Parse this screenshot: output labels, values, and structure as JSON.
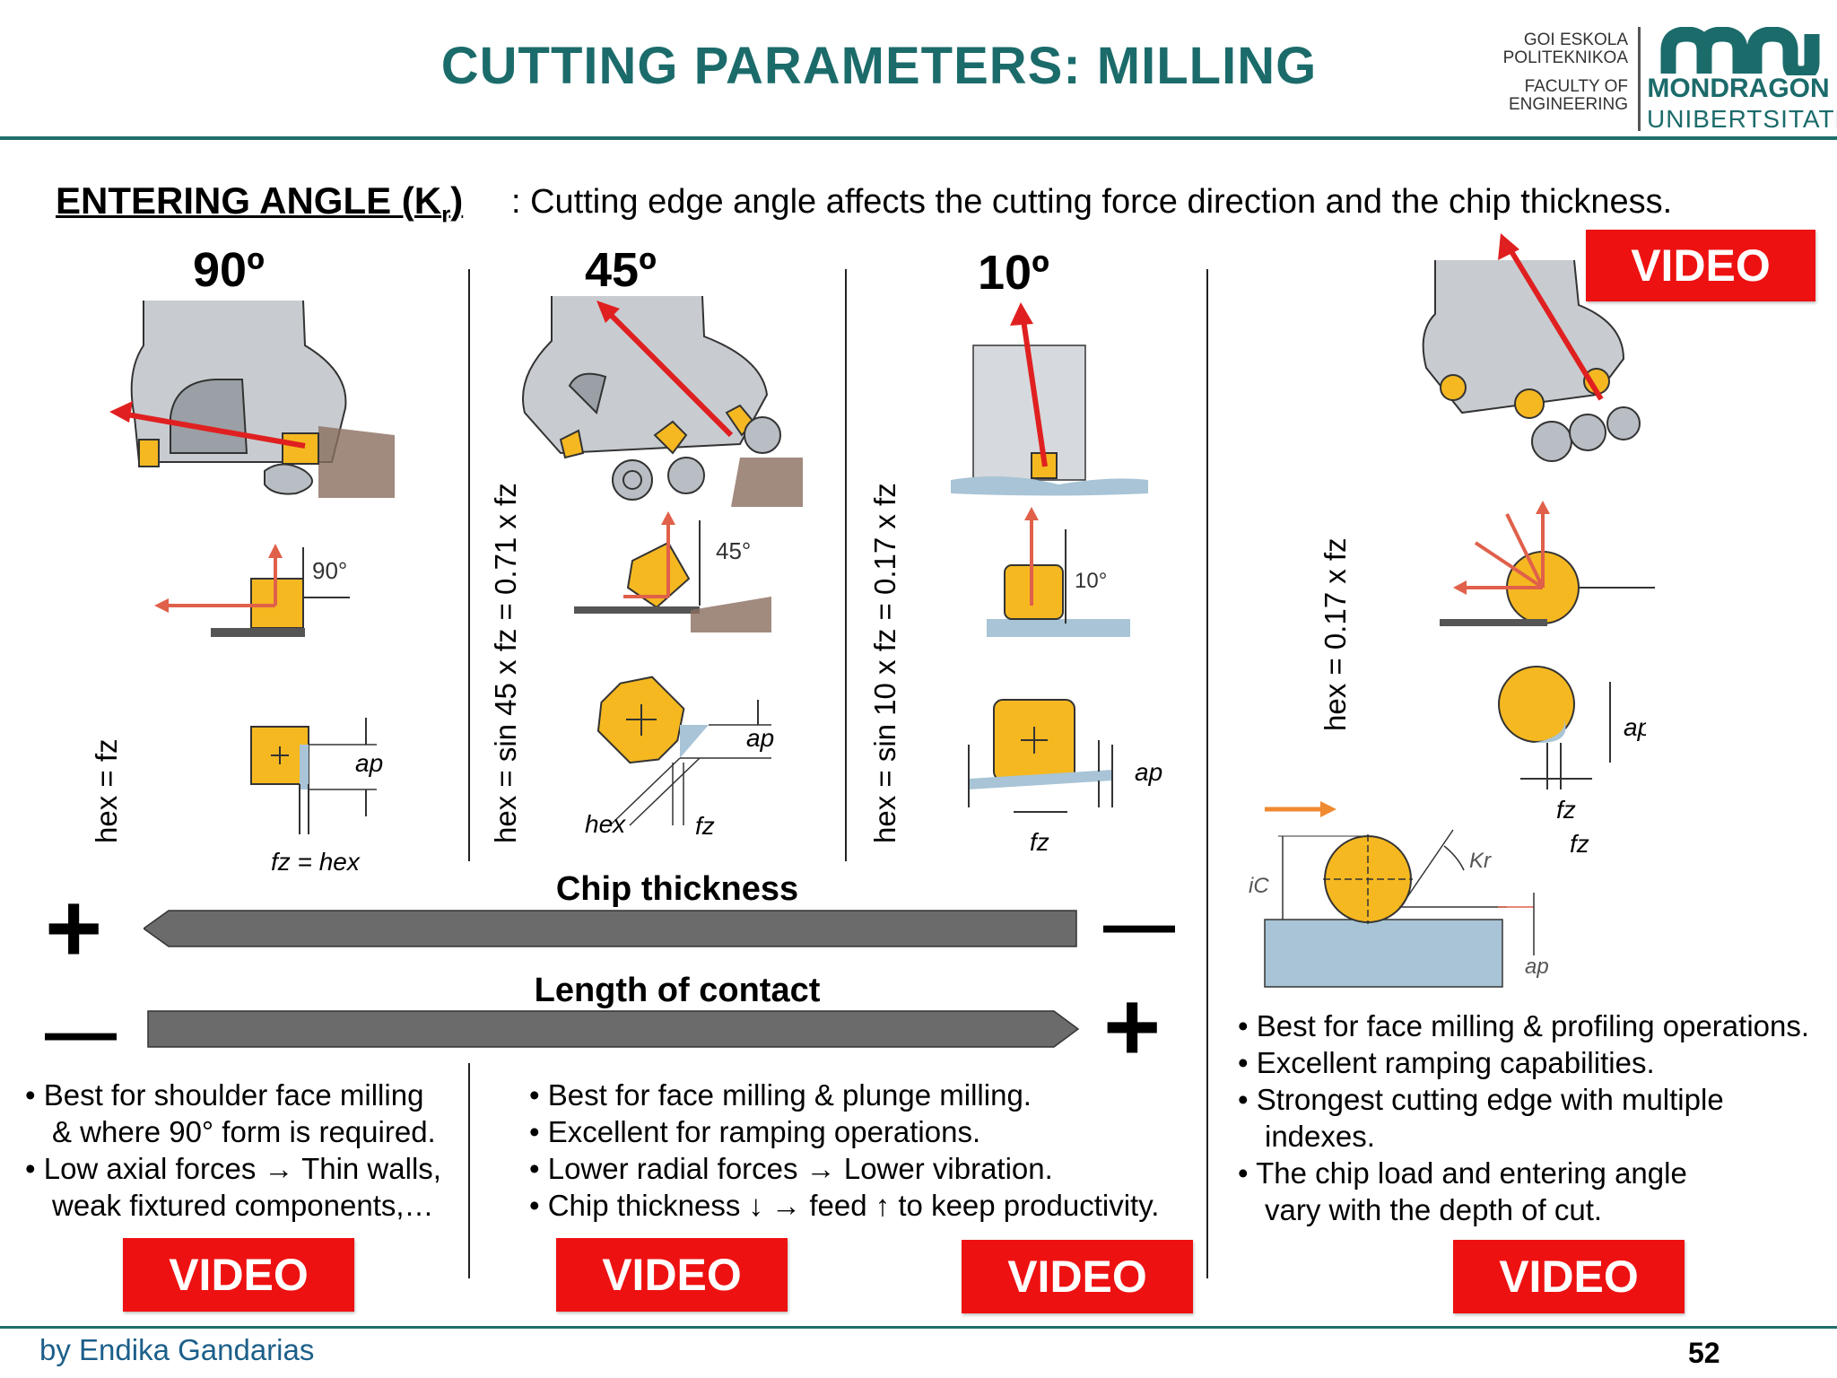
{
  "header": {
    "title": "CUTTING PARAMETERS: MILLING",
    "logo_lines": [
      "GOI ESKOLA",
      "POLITEKNIKOA",
      "FACULTY OF",
      "ENGINEERING"
    ],
    "logo_name_1": "MONDRAGON",
    "logo_name_2": "UNIBERTSITATEA"
  },
  "intro": {
    "term_main": "ENTERING ANGLE (K",
    "term_sub": "r",
    "term_close": ")",
    "description": " : Cutting edge angle affects the cutting force direction and the chip thickness."
  },
  "columns": [
    {
      "angle": "90º",
      "formula": "hex = fz",
      "bullets": [
        "• Best for shoulder face milling",
        "  & where 90° form is required.",
        "• Low axial forces → Thin walls,",
        "  weak fixtured components,…"
      ]
    },
    {
      "angle": "45º",
      "formula": "hex = sin 45 x fz = 0.71 x fz",
      "bullets": [
        "• Best for face milling & plunge milling.",
        "• Excellent for ramping operations.",
        "• Lower radial forces → Lower vibration.",
        "• Chip thickness ↓ → feed ↑ to keep productivity."
      ]
    },
    {
      "angle": "10º",
      "formula": "hex = sin 10 x fz = 0.17 x fz"
    },
    {
      "formula": "hex = 0.17 x fz",
      "bullets": [
        "• Best for face milling & profiling operations.",
        "• Excellent ramping capabilities.",
        "• Strongest cutting edge with multiple",
        "  indexes.",
        "• The chip load and entering angle",
        "  vary with the depth of cut."
      ]
    }
  ],
  "diagram_labels": {
    "deg90": "90°",
    "deg45": "45°",
    "deg10": "10°",
    "ap": "ap",
    "fz": "fz",
    "fz_hex": "fz = hex",
    "hex": "hex",
    "ic": "iC",
    "kr": "Kr"
  },
  "bars": {
    "chip_thickness": "Chip thickness",
    "length_of_contact": "Length of contact",
    "plus": "+",
    "minus": "—"
  },
  "video_buttons": [
    "VIDEO",
    "VIDEO",
    "VIDEO",
    "VIDEO",
    "VIDEO"
  ],
  "footer": {
    "author": "by Endika Gandarias",
    "page": "52"
  },
  "colors": {
    "accent": "#1c6b6b",
    "video": "#ee1111",
    "insert": "#f5b820",
    "arrow": "#e02020"
  }
}
